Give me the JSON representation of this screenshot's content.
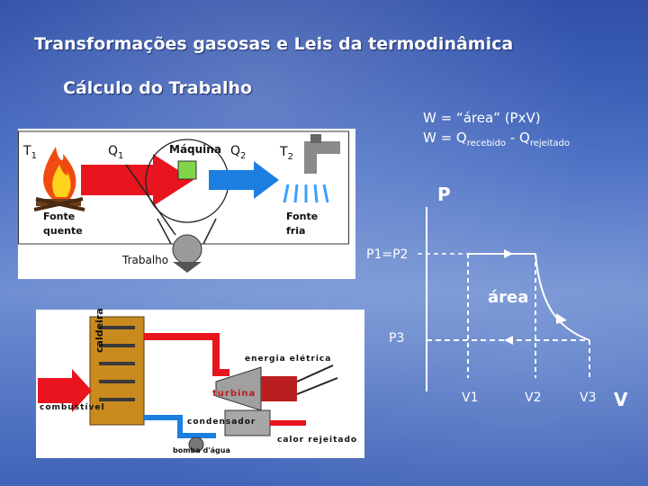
{
  "title": "Transformações gasosas e Leis da termodinâmica",
  "subtitle": "Cálculo do Trabalho",
  "formulas": {
    "line1": "W = “área” (PxV)",
    "line2_prefix": "W = Q",
    "line2_sub1": "recebido",
    "line2_mid": " - Q",
    "line2_sub2": "rejeitado"
  },
  "engine_diagram": {
    "t1": "T",
    "t1_sub": "1",
    "q1": "Q",
    "q1_sub": "1",
    "machine": "Máquina",
    "q2": "Q",
    "q2_sub": "2",
    "t2": "T",
    "t2_sub": "2",
    "hot_source": [
      "Fonte",
      "quente"
    ],
    "cold_source": [
      "Fonte",
      "fria"
    ],
    "work": "Trabalho"
  },
  "plant_diagram": {
    "boiler": "caldeira",
    "electric_energy": "energia elétrica",
    "turbine": "turbina",
    "fuel": "combustível",
    "condenser": "condensador",
    "rejected_heat": "calor rejeitado",
    "water_pump": "bomba d'água"
  },
  "pv_graph": {
    "p_axis": "P",
    "v_axis": "V",
    "p12": "P1=P2",
    "p3": "P3",
    "area": "área",
    "v1": "V1",
    "v2": "V2",
    "v3": "V3"
  },
  "colors": {
    "flame": "#f04a10",
    "arrow_red": "#e8141e",
    "boiler_gold": "#c98a1e"
  }
}
